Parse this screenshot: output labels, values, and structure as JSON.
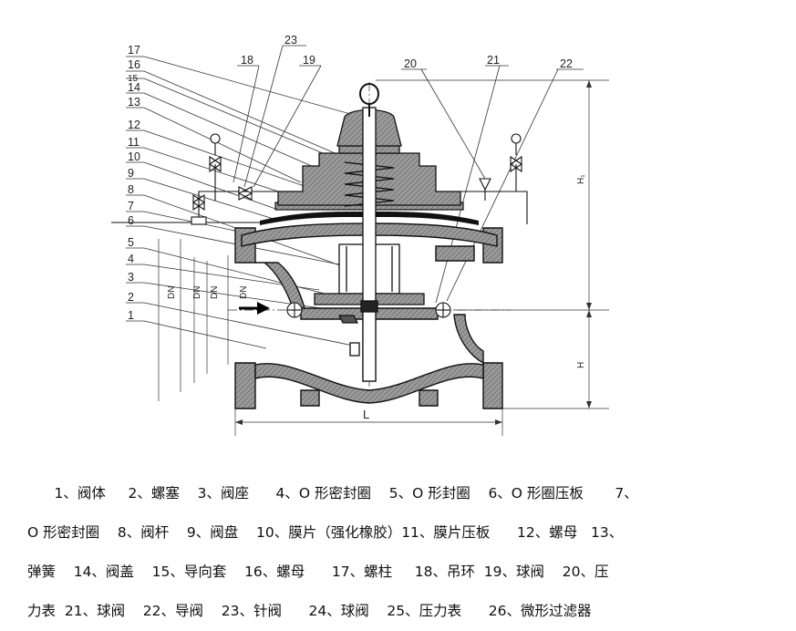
{
  "diagram": {
    "callouts": {
      "n1": "1",
      "n2": "2",
      "n3": "3",
      "n4": "4",
      "n5": "5",
      "n6": "6",
      "n7": "7",
      "n8": "8",
      "n9": "9",
      "n10": "10",
      "n11": "11",
      "n12": "12",
      "n13": "13",
      "n14": "14",
      "n15": "15",
      "n16": "16",
      "n17": "17",
      "n18": "18",
      "n19": "19",
      "n20": "20",
      "n21": "21",
      "n22": "22",
      "n23": "23"
    },
    "dimensions": {
      "dn1": "DN",
      "dn2": "DN",
      "dn3": "DN",
      "dn4": "DN",
      "length": "L",
      "height": "H",
      "height1": "H₁"
    }
  },
  "legend": {
    "lines": [
      "      1、阀体     2、螺塞    3、阀座      4、O 形密封圈    5、O 形封圈    6、O 形圈压板       7、",
      "O 形密封圈    8、阀杆    9、阀盘    10、膜片（强化橡胶）11、膜片压板      12、螺母   13、",
      "弹簧    14、阀盖    15、导向套    16、螺母      17、螺柱     18、吊环  19、球阀    20、压",
      "力表  21、球阀    22、导阀    23、针阀      24、球阀    25、压力表      26、微形过滤器"
    ]
  }
}
